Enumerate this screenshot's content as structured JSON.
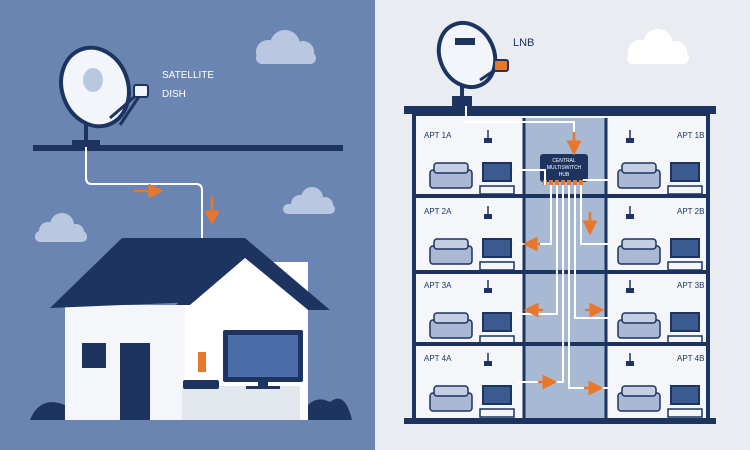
{
  "left_panel": {
    "dish_label_line1": "SATELLITE",
    "dish_label_line2": "DISH"
  },
  "right_panel": {
    "lnb_label": "LNB",
    "hub_label_line1": "CENTRAL",
    "hub_label_line2": "MULTISWITCH",
    "hub_label_line3": "HUB",
    "apartments": {
      "a1": "APT 1A",
      "b1": "APT 1B",
      "a2": "APT 2A",
      "b2": "APT 2B",
      "a3": "APT 3A",
      "b3": "APT 3B",
      "a4": "APT 4A",
      "b4": "APT 4B"
    }
  },
  "colors": {
    "left_bg": "#6a85b2",
    "right_bg": "#e9edf2",
    "navy": "#1d3461",
    "orange": "#e8762b",
    "cable": "#ffffff",
    "sofa": "#aab8d3"
  }
}
